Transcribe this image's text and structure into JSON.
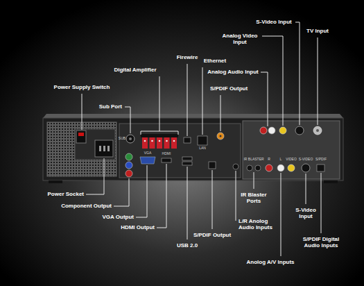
{
  "diagram": {
    "labels": [
      "S-Video Input",
      "TV Input",
      "Analog Video Input",
      "Firewire",
      "Ethernet",
      "Digital Amplifier",
      "Analog Audio Input",
      "Power Supply Switch",
      "S/PDIF Output",
      "Sub Port",
      "SUB",
      "VGA",
      "HDMI",
      "LAN",
      "IR BLASTER",
      "R",
      "L",
      "VIDEO",
      "S-VIDEO",
      "S/PDIF",
      "Power Socket",
      "IR Blaster Ports",
      "Component Output",
      "S-Video Input",
      "VGA Output",
      "L/R Anolog Audio Inputs",
      "HDMI Output",
      "S/PDIF Output",
      "S/PDIF Digital Audio Inputs",
      "USB 2.0",
      "Anolog A/V Inputs"
    ]
  }
}
